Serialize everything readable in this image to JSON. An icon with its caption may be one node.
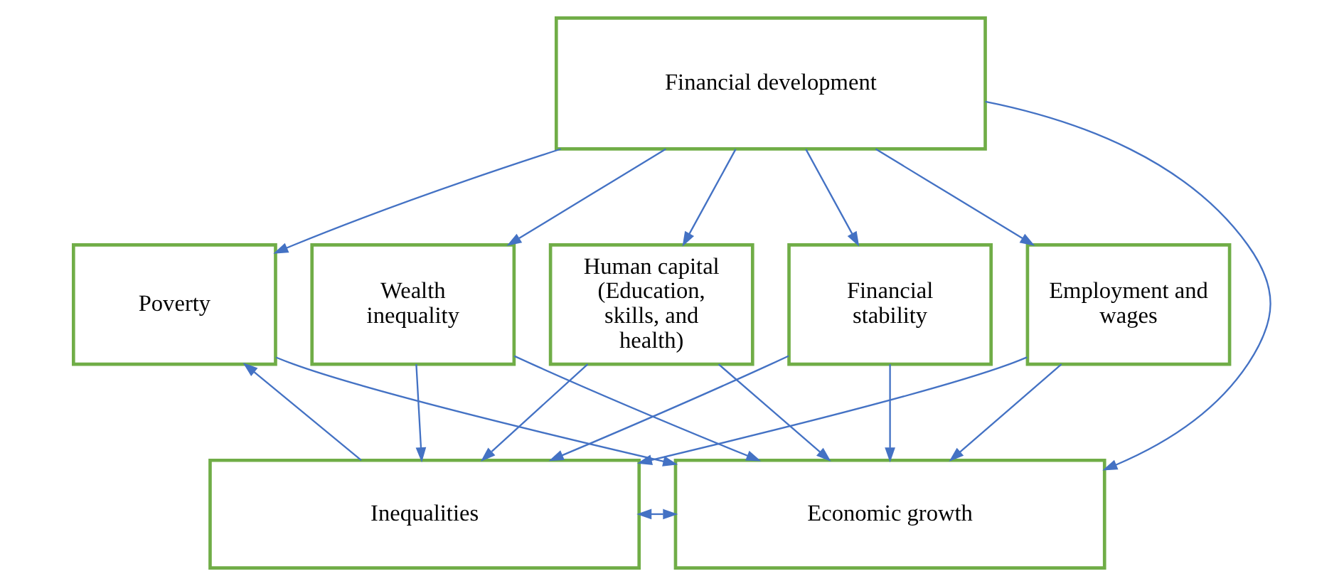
{
  "diagram": {
    "nodes": [
      {
        "text": [
          "Financial development"
        ]
      },
      {
        "text": [
          "Wealth inequality"
        ]
      },
      {
        "text": [
          "Human capital (Education, skills, and health)"
        ]
      },
      {
        "text": [
          "Financial stability"
        ]
      },
      {
        "text": [
          "Employment and wages"
        ]
      },
      {
        "text": [
          "Poverty"
        ]
      },
      {
        "text": [
          "Inequalities"
        ]
      },
      {
        "text": [
          "Economic growth"
        ]
      }
    ],
    "edges": [
      {
        "from": 0,
        "to": 1,
        "arrow": "to"
      },
      {
        "from": 0,
        "to": 2,
        "arrow": "to"
      },
      {
        "from": 0,
        "to": 3,
        "arrow": "to"
      },
      {
        "from": 0,
        "to": 4,
        "arrow": "to"
      },
      {
        "from": 0,
        "to": 5,
        "arrow": "to"
      },
      {
        "from": 0,
        "to": 7,
        "arrow": "to"
      },
      {
        "from": 1,
        "to": 6,
        "arrow": "to"
      },
      {
        "from": 1,
        "to": 7,
        "arrow": "to"
      },
      {
        "from": 2,
        "to": 6,
        "arrow": "to"
      },
      {
        "from": 2,
        "to": 7,
        "arrow": "to"
      },
      {
        "from": 3,
        "to": 6,
        "arrow": "to"
      },
      {
        "from": 3,
        "to": 7,
        "arrow": "to"
      },
      {
        "from": 4,
        "to": 6,
        "arrow": "to"
      },
      {
        "from": 4,
        "to": 7,
        "arrow": "to"
      },
      {
        "from": 6,
        "to": 5,
        "arrow": "to"
      },
      {
        "from": 5,
        "to": 7,
        "arrow": "to"
      },
      {
        "from": 6,
        "to": 7,
        "arrow": "both"
      }
    ]
  }
}
